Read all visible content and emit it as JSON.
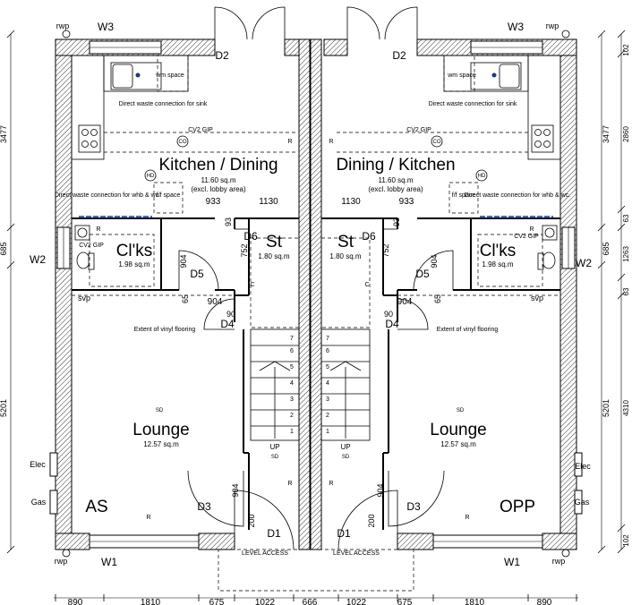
{
  "plan": {
    "left_unit_code": "AS",
    "right_unit_code": "OPP",
    "rooms": {
      "kitchen_left": {
        "name": "Kitchen / Dining",
        "area": "11.60 sq.m",
        "note": "(excl. lobby area)"
      },
      "kitchen_right": {
        "name": "Dining / Kitchen",
        "area": "11.60 sq.m",
        "note": "(excl. lobby area)"
      },
      "cloaks": {
        "name": "Cl'ks",
        "area": "1.98 sq.m"
      },
      "store": {
        "name": "St",
        "area": "1.80 sq.m"
      },
      "lounge": {
        "name": "Lounge",
        "area": "12.57 sq.m"
      }
    },
    "labels": {
      "rwp": "rwp",
      "w3": "W3",
      "w2": "W2",
      "w1": "W1",
      "d1": "D1",
      "d2": "D2",
      "d3": "D3",
      "d4": "D4",
      "d5": "D5",
      "d6": "D6",
      "elec": "Elec",
      "gas": "Gas",
      "svp": "svp",
      "cv2": "CV2 GIP",
      "wm": "wm space",
      "ff": "f/f space",
      "sink_note": "Direct waste connection for sink",
      "whb_note": "Direct waste connection for whb & wc.",
      "vinyl": "Extent of vinyl flooring",
      "level_access": "LEVEL ACCESS",
      "up": "UP",
      "sd": "SD",
      "hd": "HD",
      "co": "CO",
      "r": "R",
      "c": "C"
    },
    "inner_dims": {
      "d933": "933",
      "d1130": "1130",
      "d93": "93",
      "d752": "752",
      "d904": "904",
      "d90": "90",
      "d65": "65",
      "d200": "200"
    },
    "stair_steps": [
      "1",
      "2",
      "3",
      "4",
      "5",
      "6",
      "7"
    ],
    "bottom_dims": [
      "890",
      "1810",
      "675",
      "1022",
      "666",
      "1022",
      "675",
      "1810",
      "890"
    ],
    "left_dims": [
      "3477",
      "685",
      "5201"
    ],
    "right_dims_a": [
      "3477",
      "685",
      "5201"
    ],
    "right_dims_b": [
      "102",
      "2860",
      "63",
      "1263",
      "63",
      "4310",
      "102"
    ]
  }
}
